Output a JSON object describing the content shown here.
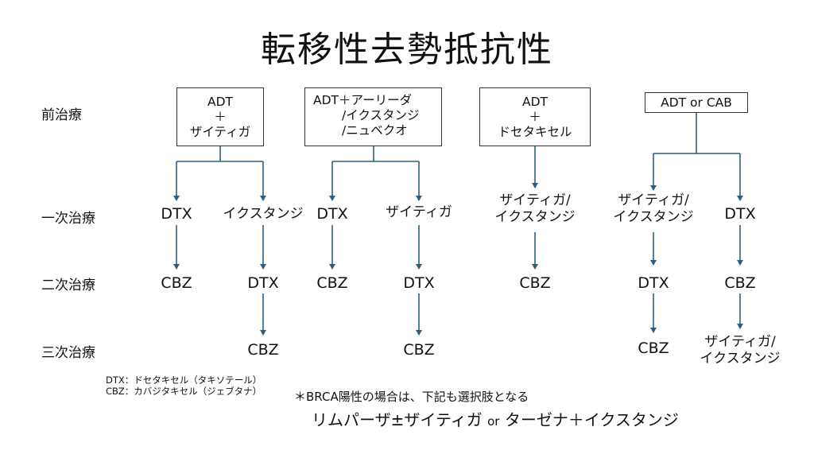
{
  "title": "転移性去勢抵抗性",
  "row_labels": [
    "前治療",
    "一次治療",
    "二次治療",
    "三次治療"
  ],
  "pre_treatment_boxes": [
    [
      "ADT",
      "＋",
      "ザイティガ"
    ],
    [
      "ADT＋アーリーダ",
      "/イクスタンジ",
      "/ニュベクオ"
    ],
    [
      "ADT",
      "＋",
      "ドセタキセル"
    ],
    [
      "ADT or CAB"
    ]
  ],
  "nodes": {
    "c1_first": "DTX",
    "c1_second": "CBZ",
    "c2_first": "イクスタンジ",
    "c2_second": "DTX",
    "c2_third": "CBZ",
    "c3_first": "DTX",
    "c3_second": "CBZ",
    "c4_first": "ザイティガ",
    "c4_second": "DTX",
    "c4_third": "CBZ",
    "c5_first_1": "ザイティガ/",
    "c5_first_2": "イクスタンジ",
    "c5_second": "CBZ",
    "c6_first_1": "ザイティガ/",
    "c6_first_2": "イクスタンジ",
    "c6_second": "DTX",
    "c6_third": "CBZ",
    "c7_first": "DTX",
    "c7_second": "CBZ",
    "c7_third_1": "ザイティガ/",
    "c7_third_2": "イクスタンジ"
  },
  "legend": [
    "DTX：ドセタキセル（タキソテール）",
    "CBZ：カバジタキセル（ジェブタナ）"
  ],
  "note": "＊BRCA陽性の場合は、下記も選択肢となる",
  "emphasis": {
    "part1": "リムパーザ±ザイティガ",
    "or": "or",
    "part2": "ターゼナ＋イクスタンジ"
  },
  "colors": {
    "arrow": "#2e5f7f",
    "box_border": "#333333",
    "text": "#111111"
  }
}
